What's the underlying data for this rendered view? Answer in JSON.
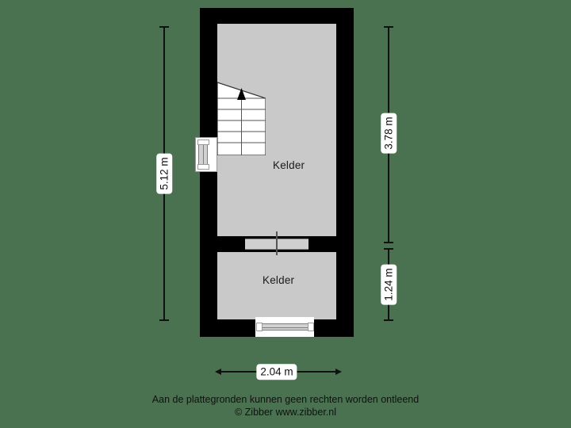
{
  "page": {
    "background_color": "#4a7150",
    "wall_color": "#000000",
    "floor_color": "#c9c9c9",
    "line_color": "#111111"
  },
  "floorplan": {
    "title": "Kelder",
    "rooms": [
      {
        "id": "kelder-upper",
        "label": "Kelder"
      },
      {
        "id": "kelder-lower",
        "label": "Kelder"
      }
    ],
    "features": [
      {
        "id": "staircase",
        "name": "stairs-up",
        "direction": "up",
        "steps": 6
      },
      {
        "id": "window-left",
        "name": "window"
      },
      {
        "id": "window-bottom",
        "name": "window"
      },
      {
        "id": "mid-opening",
        "name": "door-opening"
      }
    ]
  },
  "dimensions": {
    "left_total": "5.12 m",
    "right_upper": "3.78 m",
    "right_lower": "1.24 m",
    "bottom_width": "2.04 m"
  },
  "footer": {
    "line1": "Aan de plattegronden kunnen geen rechten worden ontleend",
    "line2": "© Zibber www.zibber.nl"
  }
}
